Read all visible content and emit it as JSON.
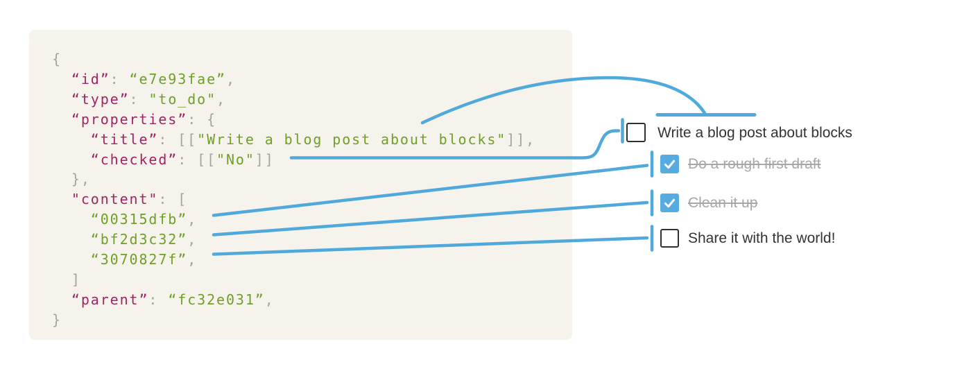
{
  "colors": {
    "accent": "#50a9db",
    "checkbox_checked_bg": "#56ace0",
    "panel_bg": "#f6f3ec",
    "code_key": "#a02465",
    "code_string": "#6f9f28",
    "code_punctuation": "#a6a39d",
    "todo_text": "#333333",
    "todo_done_text": "#a7a7a7"
  },
  "code": {
    "lines": [
      [
        {
          "t": "{",
          "c": "pun"
        }
      ],
      [
        {
          "t": "  ",
          "c": "pun"
        },
        {
          "t": "“id”",
          "c": "key"
        },
        {
          "t": ": ",
          "c": "pun"
        },
        {
          "t": "“e7e93fae”",
          "c": "str"
        },
        {
          "t": ",",
          "c": "pun"
        }
      ],
      [
        {
          "t": "  ",
          "c": "pun"
        },
        {
          "t": "“type”",
          "c": "key"
        },
        {
          "t": ": ",
          "c": "pun"
        },
        {
          "t": "\"to_do\"",
          "c": "str"
        },
        {
          "t": ",",
          "c": "pun"
        }
      ],
      [
        {
          "t": "  ",
          "c": "pun"
        },
        {
          "t": "“properties”",
          "c": "key"
        },
        {
          "t": ": {",
          "c": "pun"
        }
      ],
      [
        {
          "t": "    ",
          "c": "pun"
        },
        {
          "t": "“title”",
          "c": "key"
        },
        {
          "t": ": [[",
          "c": "pun"
        },
        {
          "t": "\"Write a blog post about blocks\"",
          "c": "str"
        },
        {
          "t": "]],",
          "c": "pun"
        }
      ],
      [
        {
          "t": "    ",
          "c": "pun"
        },
        {
          "t": "“checked”",
          "c": "key"
        },
        {
          "t": ": [[",
          "c": "pun"
        },
        {
          "t": "\"No\"",
          "c": "str"
        },
        {
          "t": "]]",
          "c": "pun"
        }
      ],
      [
        {
          "t": "  },",
          "c": "pun"
        }
      ],
      [
        {
          "t": "  ",
          "c": "pun"
        },
        {
          "t": "\"content\"",
          "c": "key"
        },
        {
          "t": ": [",
          "c": "pun"
        }
      ],
      [
        {
          "t": "    ",
          "c": "pun"
        },
        {
          "t": "“00315dfb”",
          "c": "str"
        },
        {
          "t": ",",
          "c": "pun"
        }
      ],
      [
        {
          "t": "    ",
          "c": "pun"
        },
        {
          "t": "“bf2d3c32”",
          "c": "str"
        },
        {
          "t": ",",
          "c": "pun"
        }
      ],
      [
        {
          "t": "    ",
          "c": "pun"
        },
        {
          "t": "“3070827f”",
          "c": "str"
        },
        {
          "t": ",",
          "c": "pun"
        }
      ],
      [
        {
          "t": "  ]",
          "c": "pun"
        }
      ],
      [
        {
          "t": "  ",
          "c": "pun"
        },
        {
          "t": "“parent”",
          "c": "key"
        },
        {
          "t": ": ",
          "c": "pun"
        },
        {
          "t": "“fc32e031”",
          "c": "str"
        },
        {
          "t": ",",
          "c": "pun"
        }
      ],
      [
        {
          "t": "}",
          "c": "pun"
        }
      ]
    ]
  },
  "todo": {
    "items": [
      {
        "label": "Write a blog post about blocks",
        "checked": false
      },
      {
        "label": "Do a rough first draft",
        "checked": true
      },
      {
        "label": "Clean it up",
        "checked": true
      },
      {
        "label": "Share it with the world!",
        "checked": false
      }
    ]
  }
}
